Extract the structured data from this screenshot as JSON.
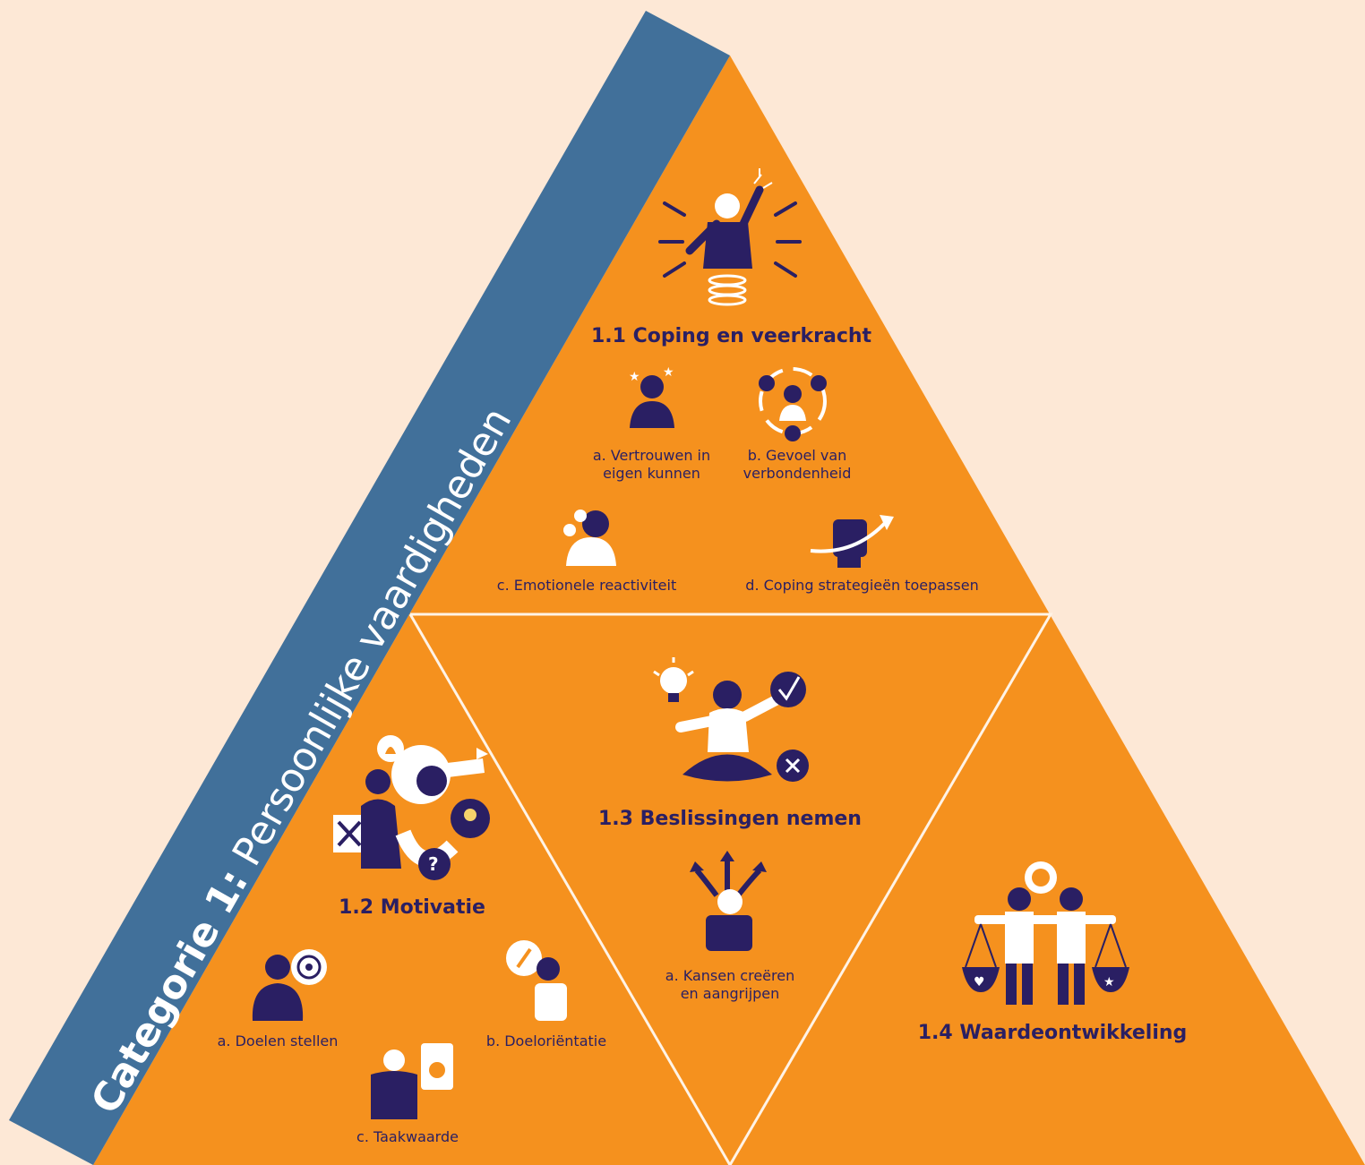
{
  "colors": {
    "background": "#fde8d6",
    "triangle": "#f5911e",
    "band": "#41709a",
    "ink": "#2a1f63",
    "divider": "#fff3e6"
  },
  "category": {
    "prefix": "Categorie 1:",
    "name": "Persoonlijke vaardigheden"
  },
  "sections": {
    "s11": {
      "title": "1.1 Coping en veerkracht",
      "icon": "person-resilience-icon",
      "items": {
        "a": [
          "a. Vertrouwen in",
          "eigen kunnen"
        ],
        "b": [
          "b. Gevoel van",
          "verbondenheid"
        ],
        "c": "c. Emotionele reactiviteit",
        "d": "d. Coping strategieën toepassen"
      }
    },
    "s12": {
      "title": "1.2 Motivatie",
      "icon": "person-motivation-icon",
      "items": {
        "a": "a. Doelen stellen",
        "b": "b. Doeloriëntatie",
        "c": "c. Taakwaarde"
      }
    },
    "s13": {
      "title": "1.3 Beslissingen nemen",
      "icon": "person-decision-icon",
      "items": {
        "a": [
          "a. Kansen creëren",
          "en aangrijpen"
        ]
      }
    },
    "s14": {
      "title": "1.4 Waardeontwikkeling",
      "icon": "balance-scale-people-icon"
    }
  }
}
